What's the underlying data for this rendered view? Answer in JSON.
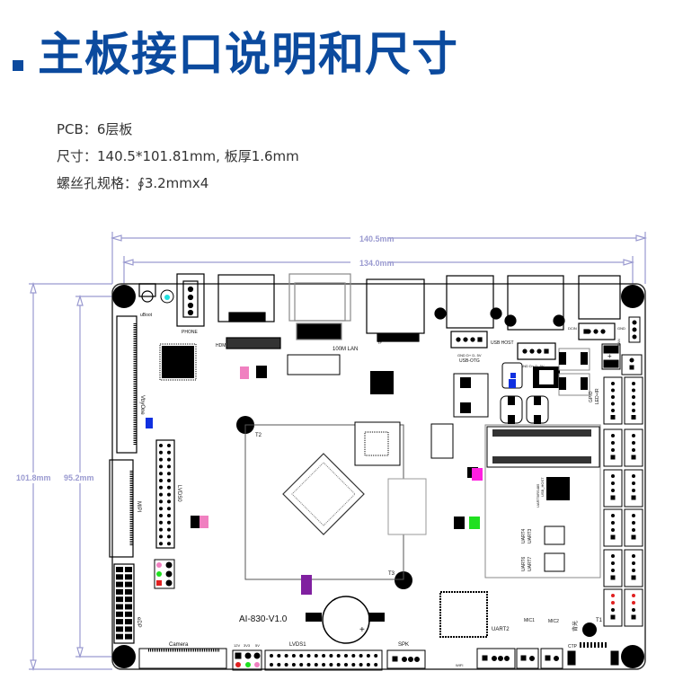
{
  "header": {
    "title": "主板接口说明和尺寸",
    "accent_color": "#0b4a9e"
  },
  "specs": [
    {
      "label": "PCB：",
      "value": "6层板"
    },
    {
      "label": "尺寸：",
      "value": "140.5*101.81mm, 板厚1.6mm"
    },
    {
      "label": "螺丝孔规格：",
      "value": "∮3.2mmx4"
    }
  ],
  "dimensions": {
    "outer_width": "140.5mm",
    "inner_width": "134.0mm",
    "outer_height": "101.8mm",
    "inner_height": "95.2mm",
    "line_color": "#9a9ad0"
  },
  "board": {
    "model": "AI-830-V1.0",
    "labels": {
      "uboot": "uBoot",
      "phone": "PHONE",
      "hdmi": "HDMI",
      "lan": "100M LAN",
      "tf": "TF",
      "usb_otg": "USB-OTG",
      "usb_otg_pins": "GND D+ D- 5V",
      "usb_host": "USB HOST",
      "usb_host_pins": "GND D+ D- 5V",
      "dcin": "DCIN",
      "gnd": "GND",
      "fan": "FAN",
      "vbyone": "VbyOne",
      "lvds0": "LVDS0",
      "lvds1": "LVDS1",
      "mipi": "MIPI",
      "edp": "eDP",
      "camera": "Camera",
      "spk": "SPK",
      "wifi": "WIFI",
      "uart2": "UART2",
      "uart4": "UART4",
      "uart3": "UART3",
      "uart6": "UART6",
      "uart7": "UART7",
      "uart_rs485": "UART5/RS485",
      "usb_host2": "USB_HOST",
      "gpio": "GPIO",
      "led_ir": "LED+IR",
      "mic1": "MIC1",
      "mic2": "MIC2",
      "backlight": "背光",
      "ctp": "CTP",
      "t1": "T1",
      "t2": "T2",
      "t3": "T3",
      "volt_12v": "12V",
      "volt_3v3": "3V3",
      "volt_5v": "5V",
      "plus": "+"
    },
    "colors": {
      "pink": "#f080c0",
      "green": "#20e020",
      "red": "#e02020",
      "blue": "#1030e0",
      "magenta": "#ff20e0",
      "cyan": "#20e0e0",
      "purple": "#8020a0"
    }
  }
}
